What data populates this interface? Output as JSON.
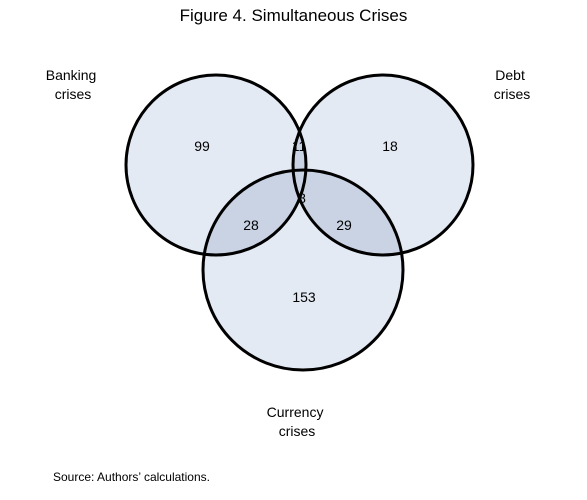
{
  "figure": {
    "title": "Figure 4. Simultaneous Crises",
    "source": "Source: Authors’ calculations."
  },
  "sets": {
    "banking": {
      "line1": "Banking",
      "line2": "crises"
    },
    "debt": {
      "line1": "Debt",
      "line2": "crises"
    },
    "currency": {
      "line1": "Currency",
      "line2": "crises"
    }
  },
  "regions": {
    "banking_only": "99",
    "banking_debt": "11",
    "debt_only": "18",
    "all_three": "8",
    "banking_currency": "28",
    "debt_currency": "29",
    "currency_only": "153"
  },
  "colors": {
    "circle_fill": "#e4eaf4",
    "overlap_fill": "#c9d3e4",
    "stroke": "#000000"
  }
}
